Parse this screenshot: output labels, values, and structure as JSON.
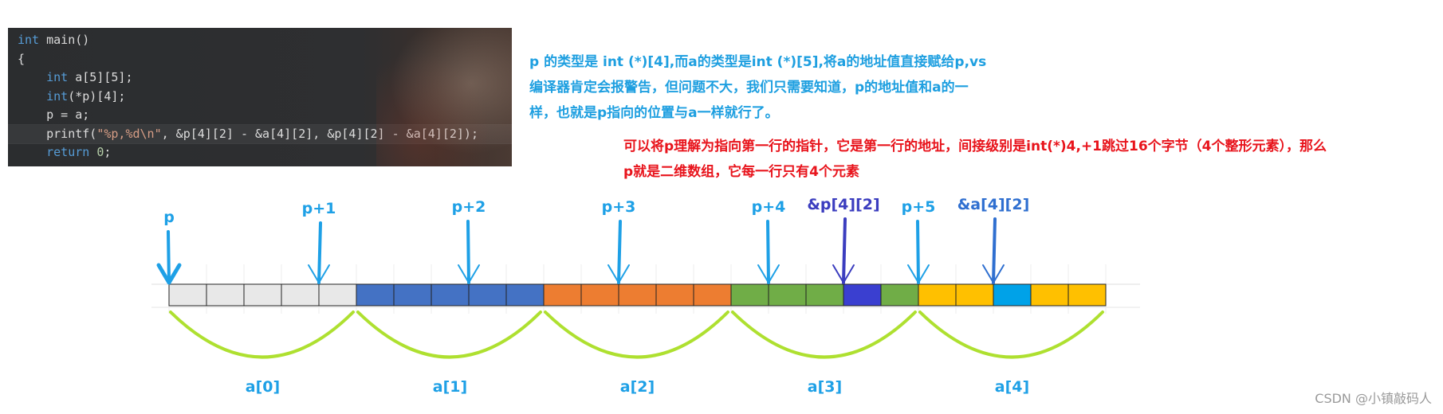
{
  "code": {
    "lines": [
      [
        {
          "c": "kw",
          "t": "int"
        },
        {
          "c": "txt",
          "t": " main()"
        }
      ],
      [
        {
          "c": "txt",
          "t": "{"
        }
      ],
      [
        {
          "c": "txt",
          "t": "    "
        },
        {
          "c": "kw",
          "t": "int"
        },
        {
          "c": "txt",
          "t": " a[5][5];"
        }
      ],
      [
        {
          "c": "txt",
          "t": "    "
        },
        {
          "c": "kw",
          "t": "int"
        },
        {
          "c": "txt",
          "t": "(*p)[4];"
        }
      ],
      [
        {
          "c": "txt",
          "t": "    p = a;"
        }
      ],
      [
        {
          "c": "txt",
          "t": "    printf("
        },
        {
          "c": "str",
          "t": "\"%p,%d\\n\""
        },
        {
          "c": "txt",
          "t": ", &p[4][2] - &a[4][2], &p[4][2] - &a[4][2]);"
        }
      ],
      [
        {
          "c": "txt",
          "t": "    "
        },
        {
          "c": "kw",
          "t": "return"
        },
        {
          "c": "txt",
          "t": " "
        },
        {
          "c": "num",
          "t": "0"
        },
        {
          "c": "txt",
          "t": ";"
        }
      ]
    ]
  },
  "notes": {
    "blue_lines": [
      "p 的类型是 int (*)[4],而a的类型是int (*)[5],将a的地址值直接赋给p,vs",
      "编译器肯定会报警告，但问题不大，我们只需要知道，p的地址值和a的一",
      "样，也就是p指向的位置与a一样就行了。"
    ],
    "red_lines": [
      "可以将p理解为指向第一行的指针，它是第一行的地址，间接级别是int(*)4,+1跳过16个字节（4个整形元素），那么",
      "p就是二维数组，它每一行只有4个元素"
    ]
  },
  "diagram": {
    "cells": [
      "#e8e8e8",
      "#e8e8e8",
      "#e8e8e8",
      "#e8e8e8",
      "#e8e8e8",
      "#4472c4",
      "#4472c4",
      "#4472c4",
      "#4472c4",
      "#4472c4",
      "#ed7d31",
      "#ed7d31",
      "#ed7d31",
      "#ed7d31",
      "#ed7d31",
      "#70ad47",
      "#70ad47",
      "#70ad47",
      "#3a3fd0",
      "#70ad47",
      "#ffc000",
      "#ffc000",
      "#00a2e8",
      "#ffc000",
      "#ffc000"
    ],
    "pointers": [
      {
        "label": "p",
        "index": 0,
        "color": "#1ea0e6"
      },
      {
        "label": "p+1",
        "index": 4,
        "color": "#1ea0e6"
      },
      {
        "label": "p+2",
        "index": 8,
        "color": "#1ea0e6"
      },
      {
        "label": "p+3",
        "index": 12,
        "color": "#1ea0e6"
      },
      {
        "label": "p+4",
        "index": 16,
        "color": "#1ea0e6"
      },
      {
        "label": "&p[4][2]",
        "index": 18,
        "color": "#3b3dbf"
      },
      {
        "label": "p+5",
        "index": 20,
        "color": "#1ea0e6"
      },
      {
        "label": "&a[4][2]",
        "index": 22,
        "color": "#2f6fd0"
      }
    ],
    "rows": [
      "a[0]",
      "a[1]",
      "a[2]",
      "a[3]",
      "a[4]"
    ],
    "brace_color": "#aee030",
    "row_label_color": "#1ea0e6"
  },
  "watermark": "CSDN @小镇敲码人"
}
